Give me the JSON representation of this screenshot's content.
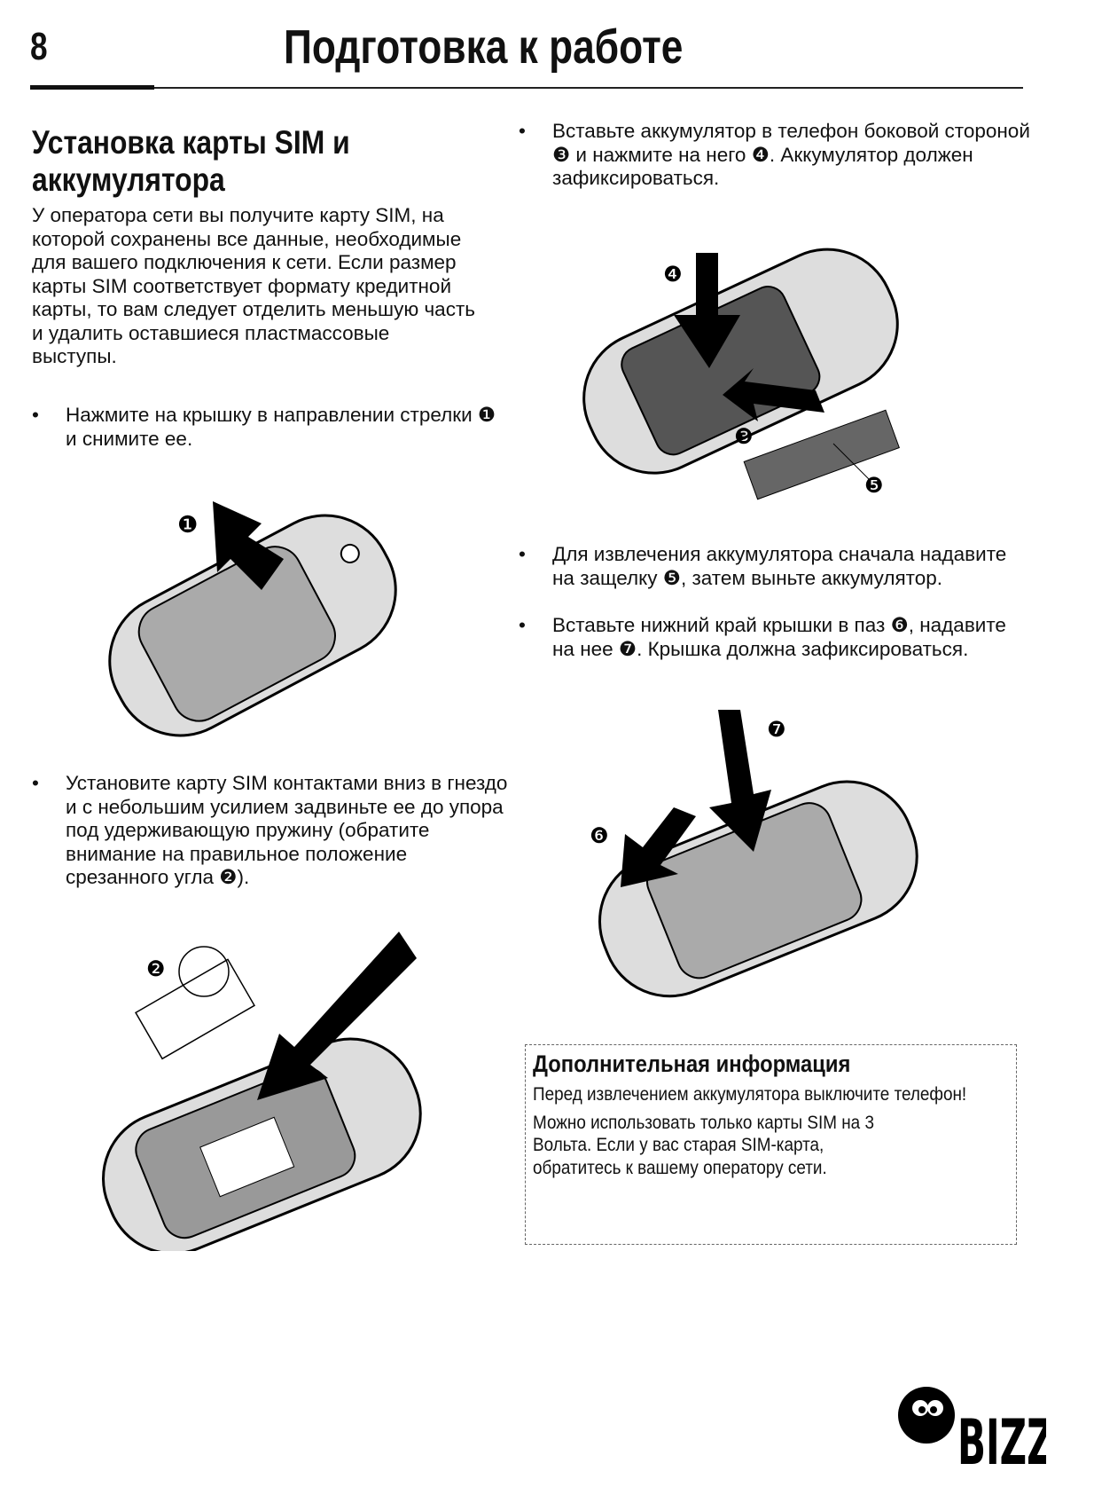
{
  "header": {
    "page_number": "8",
    "title": "Подготовка к работе"
  },
  "left": {
    "heading": "Установка карты SIM и аккумулятора",
    "intro": "У оператора сети вы получите карту SIM, на которой сохранены все данные, необходимые для вашего подключения к сети. Если размер карты SIM соответствует формату кредитной карты, то вам следует отделить меньшую часть и удалить оставшиеся пластмассовые выступы.",
    "bullets": [
      "Нажмите на крышку в направлении стрелки ❶ и снимите ее.",
      "Установите карту SIM контактами вниз в гнездо и с небольшим усилием задвиньте ее до упора под удерживающую пружину (обратите внимание на правильное положение срезанного угла ❷)."
    ]
  },
  "right": {
    "bullets": [
      "Вставьте аккумулятор в телефон боковой стороной ❸ и нажмите на него ❹. Аккумулятор должен зафиксироваться.",
      "Для извлечения аккумулятора сначала надавите на защелку ❺, затем выньте аккумулятор.",
      "Вставьте нижний край крышки в паз ❻, надавите на нее ❼. Крышка должна зафиксироваться."
    ]
  },
  "callouts": [
    "❶",
    "❷",
    "❸",
    "❹",
    "❺",
    "❻",
    "❼"
  ],
  "info_box": {
    "title": "Дополнительная информация",
    "paragraphs": [
      "Перед извлечением аккумулятора выключите телефон!",
      "Можно использовать только карты SIM на 3 Вольта. Если у вас старая SIM-карта, обратитесь к вашему оператору сети."
    ]
  },
  "logo": {
    "text": "BIZZY"
  }
}
